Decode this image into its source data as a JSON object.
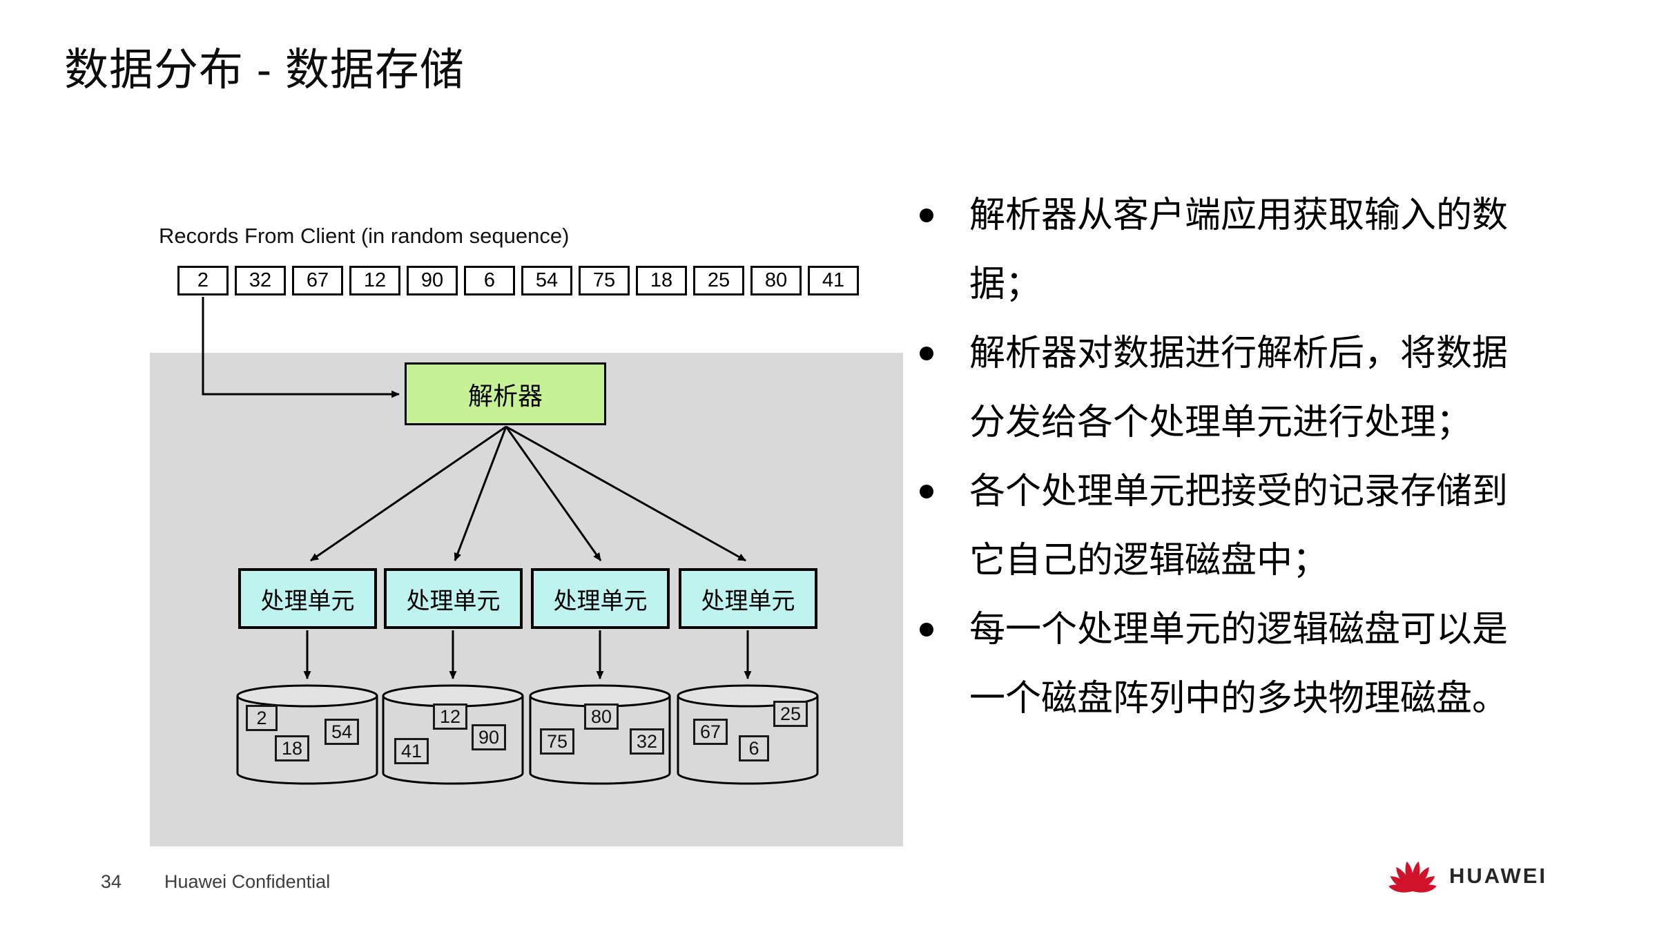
{
  "slide": {
    "title": "数据分布 - 数据存储",
    "page_number": "34",
    "confidential": "Huawei Confidential",
    "brand": "HUAWEI"
  },
  "diagram": {
    "records_label": "Records From Client (in random sequence)",
    "records": [
      "2",
      "32",
      "67",
      "12",
      "90",
      "6",
      "54",
      "75",
      "18",
      "25",
      "80",
      "41"
    ],
    "parser_label": "解析器",
    "unit_label": "处理单元",
    "disks": [
      {
        "records": [
          "2",
          "54",
          "18"
        ]
      },
      {
        "records": [
          "12",
          "90",
          "41"
        ]
      },
      {
        "records": [
          "80",
          "75",
          "32"
        ]
      },
      {
        "records": [
          "25",
          "67",
          "6"
        ]
      }
    ]
  },
  "bullets": [
    "解析器从客户端应用获取输入的数据；",
    "解析器对数据进行解析后，将数据分发给各个处理单元进行处理；",
    "各个处理单元把接受的记录存储到它自己的逻辑磁盘中；",
    "每一个处理单元的逻辑磁盘可以是一个磁盘阵列中的多块物理磁盘。"
  ],
  "colors": {
    "parser_fill": "#c6f195",
    "unit_fill": "#bff3f0",
    "panel_bg": "#d9d9d9",
    "huawei_red": "#d0122a"
  }
}
